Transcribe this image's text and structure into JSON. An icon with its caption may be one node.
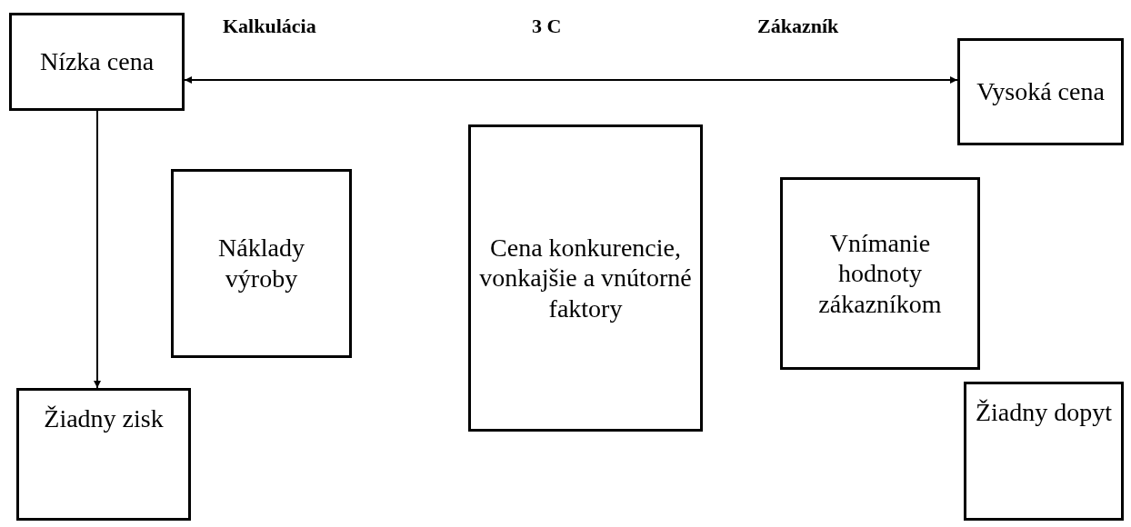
{
  "diagram": {
    "nodes": [
      {
        "text": [
          "Nízka cena"
        ]
      },
      {
        "text": [
          "Vysoká cena"
        ]
      },
      {
        "text": [
          "Náklady výroby"
        ]
      },
      {
        "text": [
          "Cena konkurencie, vonkajšie a vnútorné faktory"
        ]
      },
      {
        "text": [
          "Vnímanie hodnoty zákazníkom"
        ]
      },
      {
        "text": [
          "Žiadny zisk"
        ]
      },
      {
        "text": [
          "Žiadny dopyt"
        ]
      }
    ],
    "edges": [
      {
        "from": 0,
        "to": 1,
        "arrow": "both"
      },
      {
        "from": 0,
        "to": 5,
        "arrow": "to"
      }
    ],
    "labels": [
      "Kalkulácia",
      "3 C",
      "Zákazník"
    ]
  }
}
